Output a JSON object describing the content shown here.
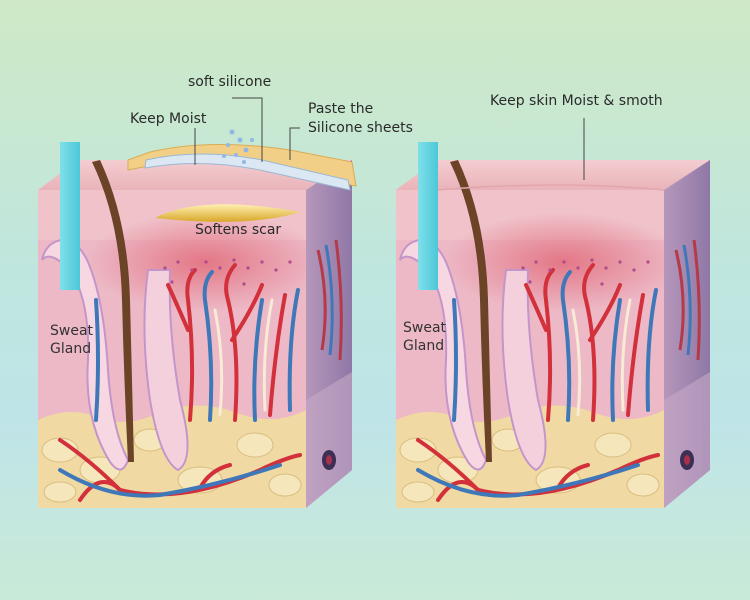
{
  "left_panel": {
    "label_soft_silicone": "soft silicone",
    "label_keep_moist": "Keep Moist",
    "label_paste_line1": "Paste the",
    "label_paste_line2": "Silicone sheets",
    "label_softens_scar": "Softens scar",
    "label_sweat_line1": "Sweat",
    "label_sweat_line2": "Gland"
  },
  "right_panel": {
    "label_keep_smooth": "Keep skin Moist & smoth",
    "label_sweat_line1": "Sweat",
    "label_sweat_line2": "Gland"
  },
  "colors": {
    "background": "#c3e6dc",
    "epidermis": "#f1c6c8",
    "dermis": "#efb8c4",
    "inflammation": "#e8808f",
    "fat": "#f1d9a3",
    "side_face": "#a790b0",
    "silicone_sheet": "#f2cf87",
    "scar": "#f0c84a",
    "sweat_duct": "#5fd2e0",
    "artery": "#d2303a",
    "vein": "#3f78b8",
    "hair": "#6b4428"
  }
}
